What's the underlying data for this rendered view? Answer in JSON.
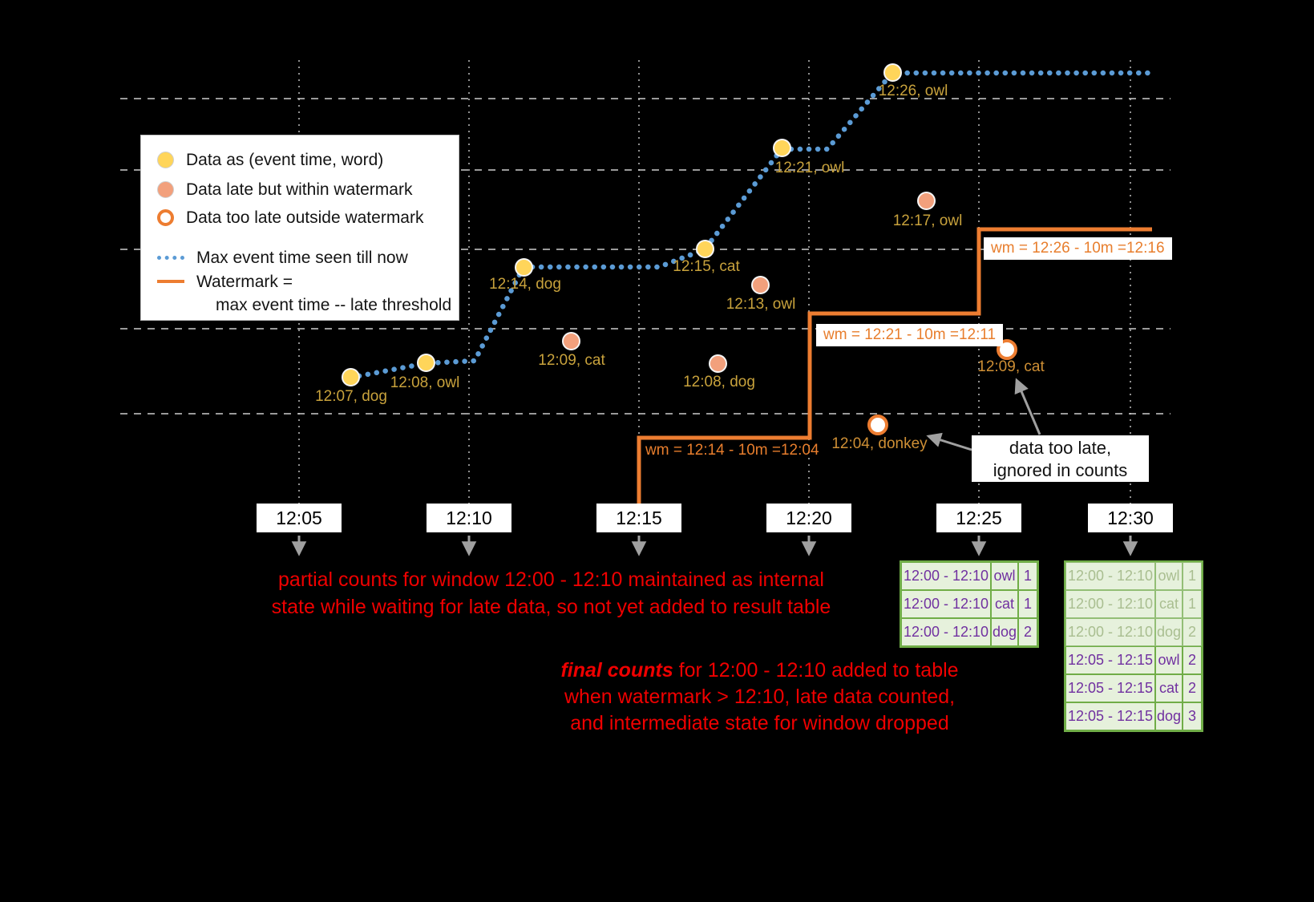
{
  "colors": {
    "background": "#000000",
    "on_time_point": "#FFD55A",
    "late_point": "#F2A07C",
    "too_late_ring": "#ED7D31",
    "max_event_line": "#5B9BD5",
    "watermark_line": "#ED7D31",
    "point_label": "#C8A23C",
    "red_note": "#EF0000",
    "table_border": "#70AD47",
    "table_bg": "#E6F1DC",
    "table_text": "#7030A0",
    "grid": "#D9D9D9"
  },
  "legend": {
    "item_on_time": "Data as (event time, word)",
    "item_late": "Data late but within watermark",
    "item_too_late": "Data too late outside watermark",
    "item_max_event": "Max event time seen till now",
    "item_watermark_1": "Watermark =",
    "item_watermark_2": "max event time -- late threshold"
  },
  "axis": {
    "ticks": [
      "12:05",
      "12:10",
      "12:15",
      "12:20",
      "12:25",
      "12:30"
    ]
  },
  "points": {
    "on_time": [
      {
        "label": "12:07, dog"
      },
      {
        "label": "12:08, owl"
      },
      {
        "label": "12:14, dog"
      },
      {
        "label": "12:15, cat"
      },
      {
        "label": "12:21, owl"
      },
      {
        "label": "12:26, owl"
      }
    ],
    "late": [
      {
        "label": "12:09, cat"
      },
      {
        "label": "12:08, dog"
      },
      {
        "label": "12:13, owl"
      },
      {
        "label": "12:17, owl"
      }
    ],
    "too_late": [
      {
        "label": "12:04, donkey"
      },
      {
        "label": "12:09, cat"
      }
    ]
  },
  "watermarks": {
    "wm1": "wm = 12:14 - 10m =12:04",
    "wm2": "wm = 12:21 - 10m =12:11",
    "wm3": "wm = 12:26 - 10m =12:16"
  },
  "annotations": {
    "partial_line1": "partial counts for window 12:00 - 12:10 maintained as internal",
    "partial_line2": "state while waiting for late data, so not yet added  to result table",
    "final_em": "final counts",
    "final_line1_rest": " for 12:00 - 12:10 added to table",
    "final_line2": "when watermark > 12:10, late data counted,",
    "final_line3": "and intermediate state for window dropped",
    "too_late_1": "data too late,",
    "too_late_2": "ignored in counts"
  },
  "result_tables": {
    "at_1225": {
      "rows": [
        {
          "window": "12:00 - 12:10",
          "word": "owl",
          "count": "1"
        },
        {
          "window": "12:00 - 12:10",
          "word": "cat",
          "count": "1"
        },
        {
          "window": "12:00 - 12:10",
          "word": "dog",
          "count": "2"
        }
      ]
    },
    "at_1230": {
      "rows": [
        {
          "window": "12:00 - 12:10",
          "word": "owl",
          "count": "1"
        },
        {
          "window": "12:00 - 12:10",
          "word": "cat",
          "count": "1"
        },
        {
          "window": "12:00 - 12:10",
          "word": "dog",
          "count": "2"
        },
        {
          "window": "12:05 - 12:15",
          "word": "owl",
          "count": "2"
        },
        {
          "window": "12:05 - 12:15",
          "word": "cat",
          "count": "2"
        },
        {
          "window": "12:05 - 12:15",
          "word": "dog",
          "count": "3"
        }
      ]
    }
  }
}
